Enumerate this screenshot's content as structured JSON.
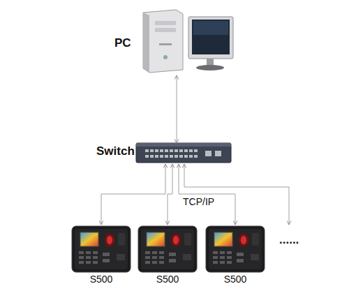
{
  "diagram": {
    "nodes": [
      {
        "text": [
          "PC"
        ]
      },
      {
        "text": [
          "Switch"
        ]
      },
      {
        "text": [
          "S500"
        ]
      },
      {
        "text": [
          "S500"
        ]
      },
      {
        "text": [
          "S500"
        ]
      }
    ],
    "edges": [
      {
        "from": 0,
        "to": 1,
        "arrow": "both"
      },
      {
        "from": 1,
        "to": 2,
        "arrow": "both"
      },
      {
        "from": 1,
        "to": 3,
        "arrow": "both"
      },
      {
        "from": 1,
        "to": 4,
        "arrow": "both"
      }
    ],
    "labels": [
      "TCP/IP",
      "......"
    ]
  }
}
